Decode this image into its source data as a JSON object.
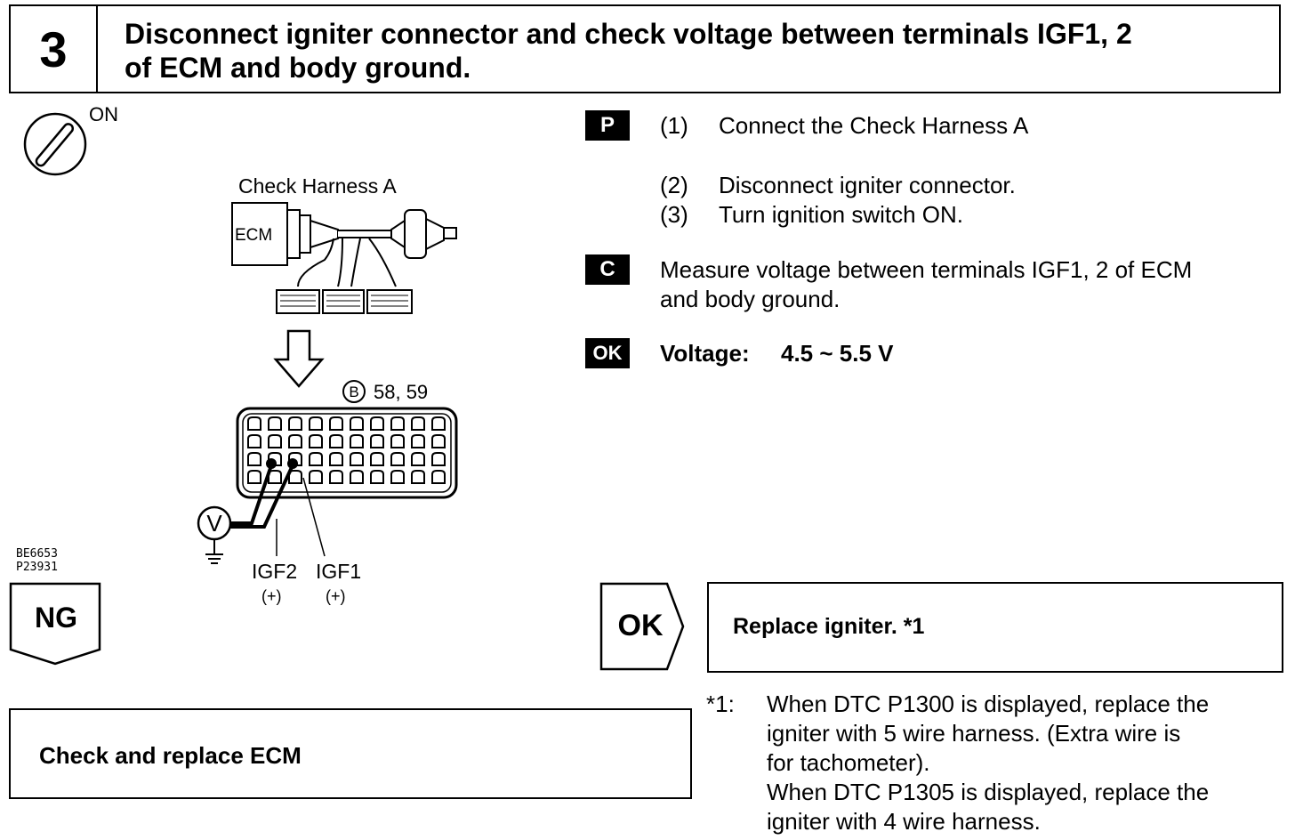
{
  "step": {
    "number": "3",
    "title_line1": "Disconnect igniter connector and check voltage between terminals IGF1, 2",
    "title_line2": "of ECM and body ground."
  },
  "figure": {
    "ignition_label": "ON",
    "harness_label": "Check Harness A",
    "ecm_label": "ECM",
    "connector_label": "58, 59",
    "connector_circle": "B",
    "igf2_label": "IGF2",
    "igf1_label": "IGF1",
    "igf2_polarity": "(+)",
    "igf1_polarity": "(+)",
    "voltmeter_symbol": "V",
    "figure_codes": [
      "BE6653",
      "P23931"
    ]
  },
  "procedure": {
    "prep_tag": "P",
    "steps": [
      {
        "num": "(1)",
        "text": "Connect the Check Harness A"
      },
      {
        "num": "(2)",
        "text": "Disconnect igniter connector."
      },
      {
        "num": "(3)",
        "text": "Turn ignition switch ON."
      }
    ],
    "check_tag": "C",
    "check_line1": "Measure voltage between terminals IGF1, 2 of ECM",
    "check_line2": "and body ground.",
    "ok_tag": "OK",
    "spec_label": "Voltage:",
    "spec_value": "4.5 ~ 5.5 V"
  },
  "results": {
    "ng_label": "NG",
    "ng_action": "Check and replace ECM",
    "ok_label": "OK",
    "ok_action": "Replace igniter. *1"
  },
  "footnote": {
    "marker": "*1:",
    "lines": [
      "When DTC P1300 is displayed, replace the",
      "igniter with 5 wire harness. (Extra wire is",
      "for tachometer).",
      "When DTC P1305 is displayed, replace the",
      "igniter with 4 wire harness."
    ]
  }
}
